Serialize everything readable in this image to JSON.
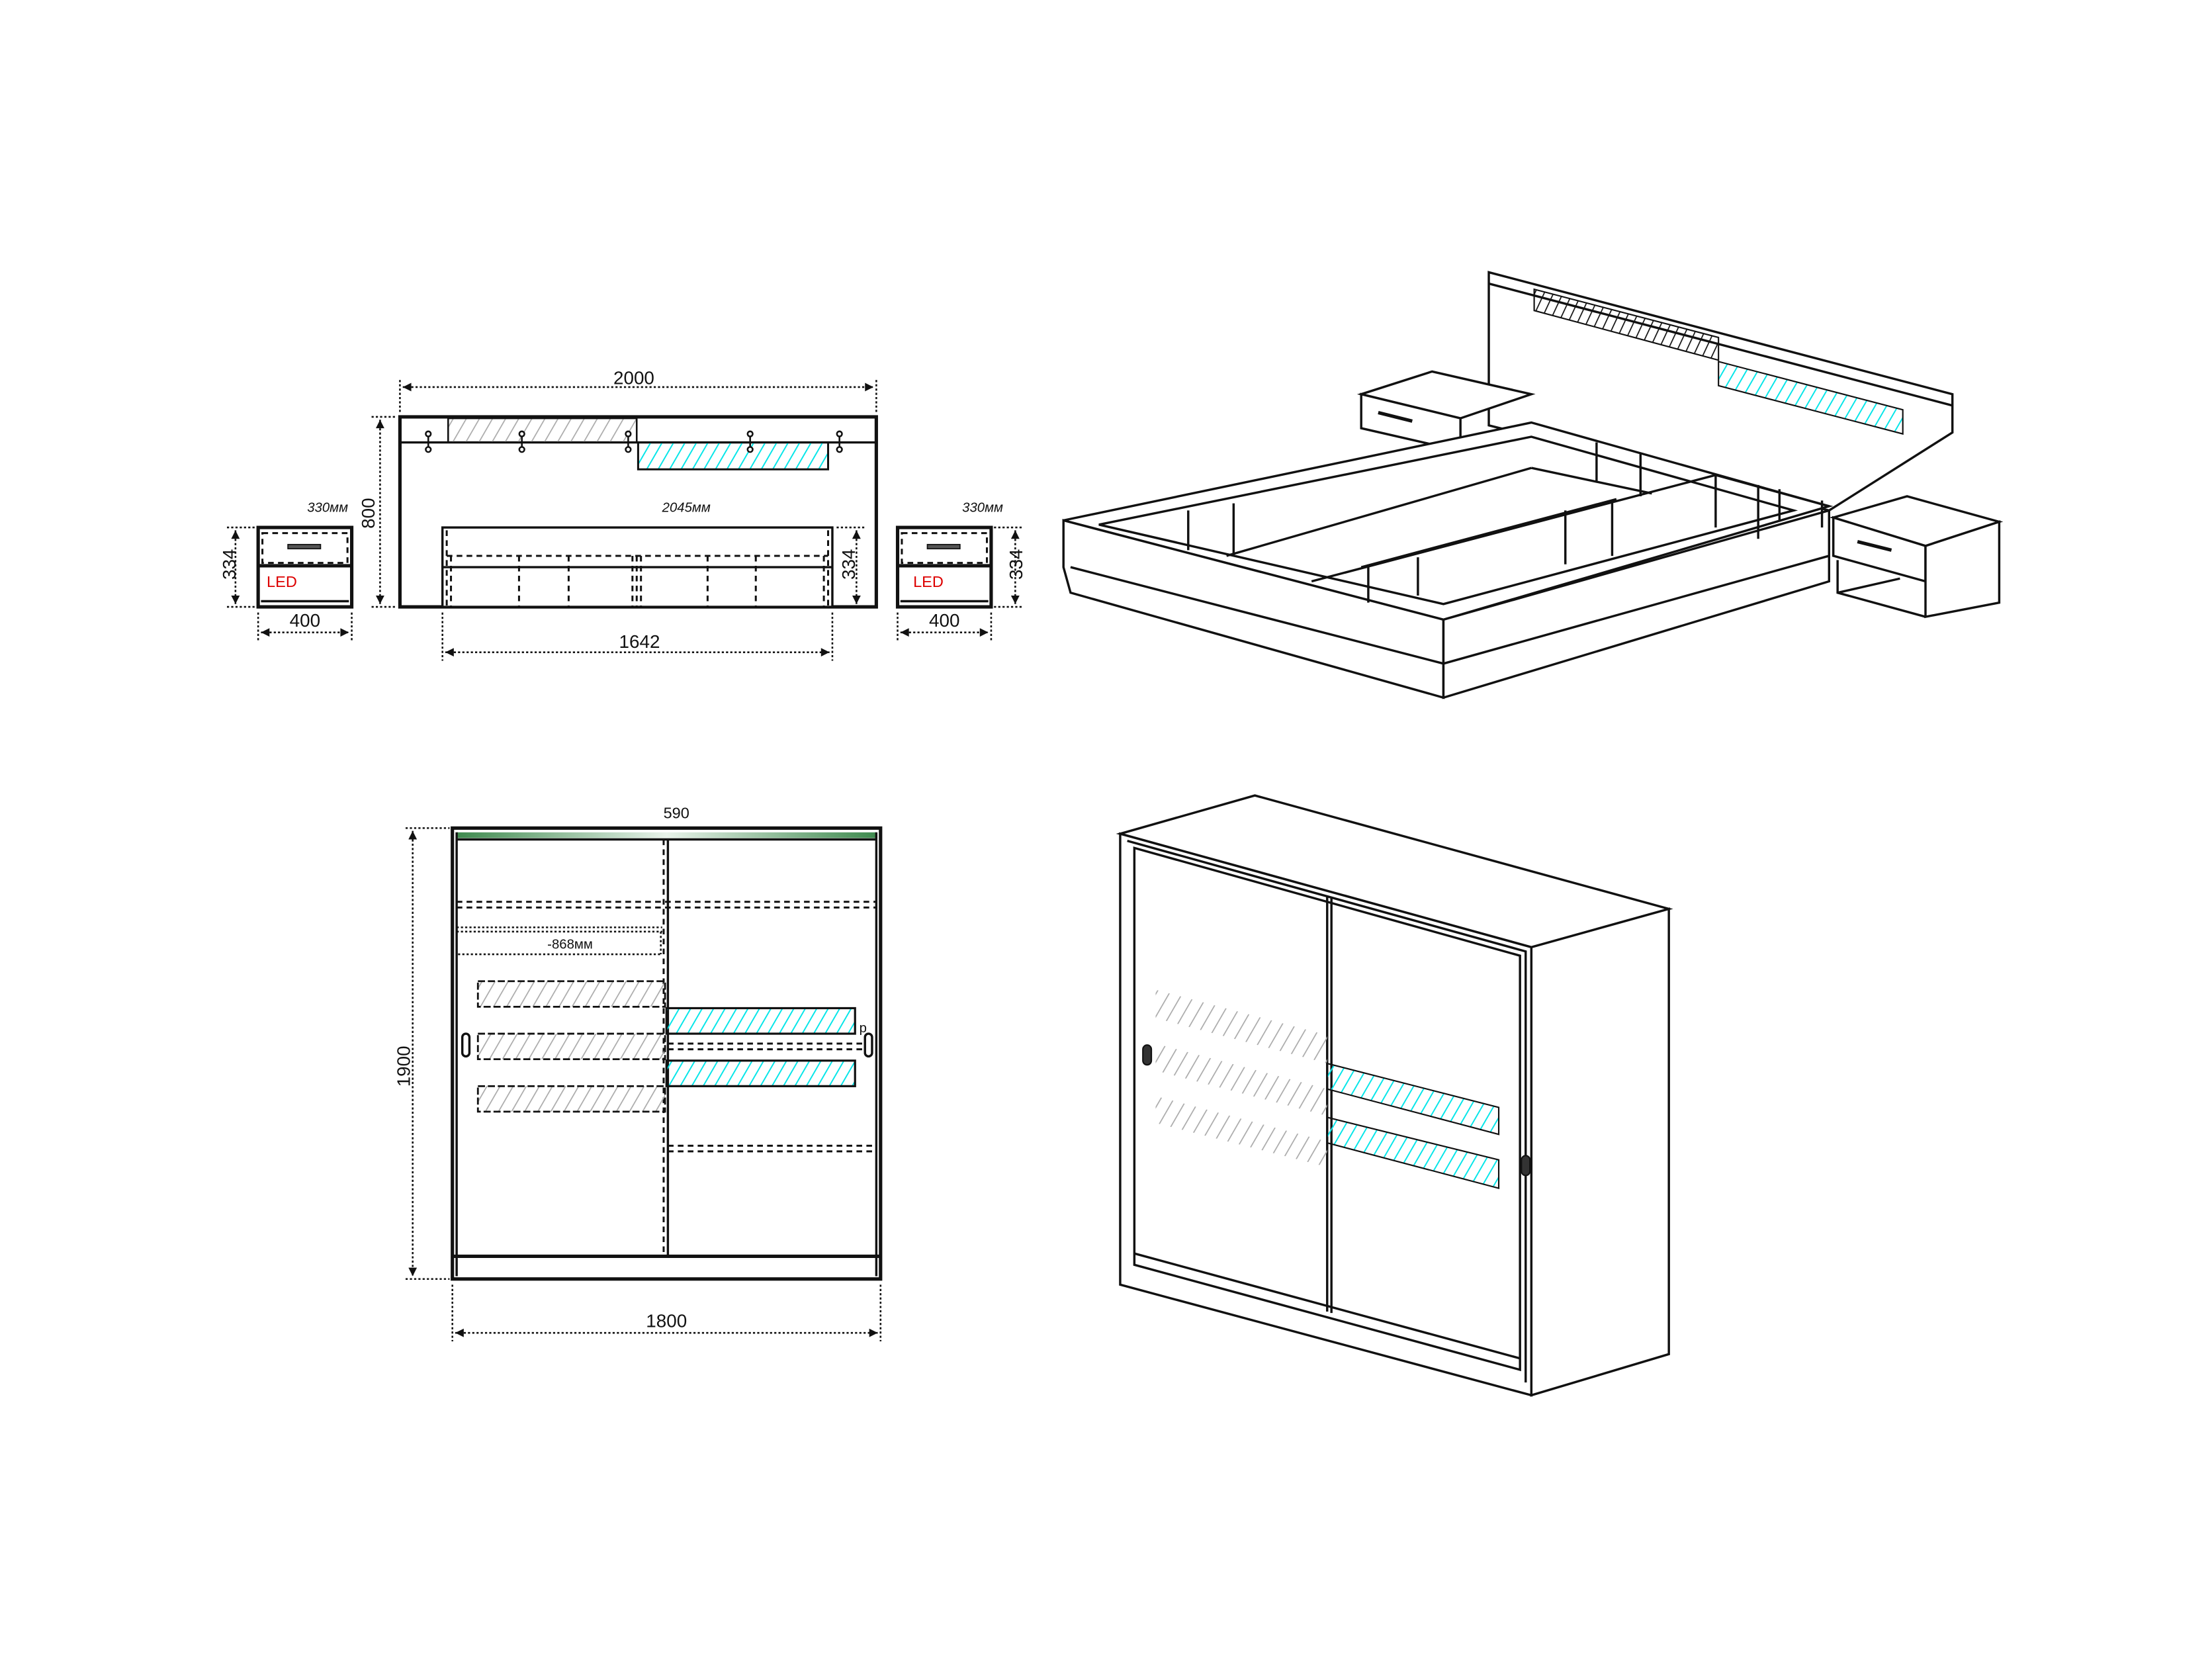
{
  "colors": {
    "line": "#111111",
    "hatch_gray": "#aaaaaa",
    "hatch_cyan": "#00e5e8",
    "led_text": "#dd0000",
    "top_strip": "#3f8a4f"
  },
  "bed_front": {
    "width_label": "2000",
    "height_label": "800",
    "base_width_label": "1642",
    "base_height_label": "334",
    "length_note": "2045мм"
  },
  "nightstand_left": {
    "height_label": "334",
    "width_label": "400",
    "depth_note": "330мм",
    "led_label": "LED"
  },
  "nightstand_right": {
    "height_label": "334",
    "width_label": "400",
    "depth_note": "330мм",
    "led_label": "LED"
  },
  "wardrobe_front": {
    "depth_label": "590",
    "height_label": "1900",
    "width_label": "1800",
    "door_note": "-868мм",
    "marker": "p"
  }
}
